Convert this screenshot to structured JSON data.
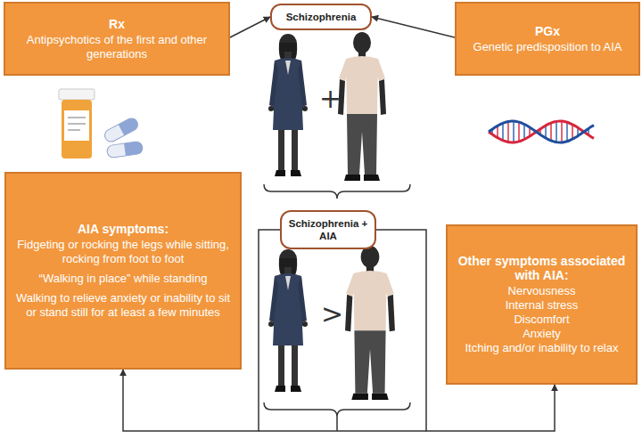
{
  "diagram": {
    "nodes": [
      {
        "text": [
          "Rx",
          "Antipsychotics of the first and other generations"
        ]
      },
      {
        "text": [
          "Schizophrenia"
        ]
      },
      {
        "text": [
          "PGx",
          "Genetic predisposition to AIA"
        ]
      },
      {
        "text": [
          "AIA symptoms:",
          "Fidgeting or rocking the legs while sitting, rocking from foot to foot",
          "“Walking in place” while standing",
          "Walking to relieve anxiety or inability to sit or stand still for at least a few minutes"
        ]
      },
      {
        "text": [
          "Schizophrenia + AIA"
        ]
      },
      {
        "text": [
          "Other symptoms associated with AIA:",
          "Nervousness",
          "Internal stress",
          "Discomfort",
          "Anxiety",
          "Itching and/or inability to relax"
        ]
      }
    ],
    "edges": [
      {
        "from": 0,
        "to": 1,
        "arrow": "to"
      },
      {
        "from": 2,
        "to": 1,
        "arrow": "to"
      },
      {
        "from": 4,
        "to": 3,
        "arrow": "to"
      },
      {
        "from": 4,
        "to": 5,
        "arrow": "to"
      }
    ],
    "labels": [
      "+",
      ">"
    ]
  }
}
